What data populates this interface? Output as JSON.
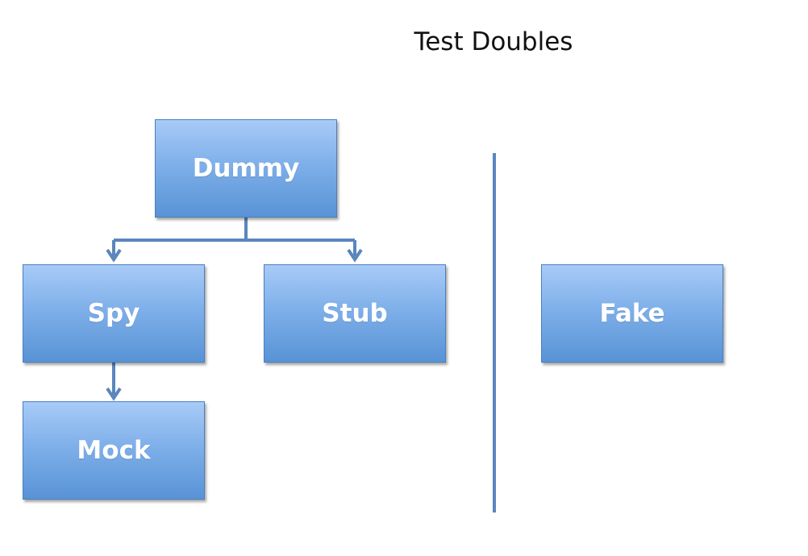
{
  "title": "Test Doubles",
  "nodes": {
    "dummy": "Dummy",
    "spy": "Spy",
    "stub": "Stub",
    "mock": "Mock",
    "fake": "Fake"
  },
  "edges": [
    {
      "from": "Dummy",
      "to": "Spy"
    },
    {
      "from": "Dummy",
      "to": "Stub"
    },
    {
      "from": "Spy",
      "to": "Mock"
    }
  ],
  "colors": {
    "box_fill_top": "#a8cbf7",
    "box_fill_bottom": "#5893d6",
    "box_border": "#4a7fc0",
    "connector": "#5a86bd",
    "label": "#ffffff",
    "title": "#111111"
  }
}
